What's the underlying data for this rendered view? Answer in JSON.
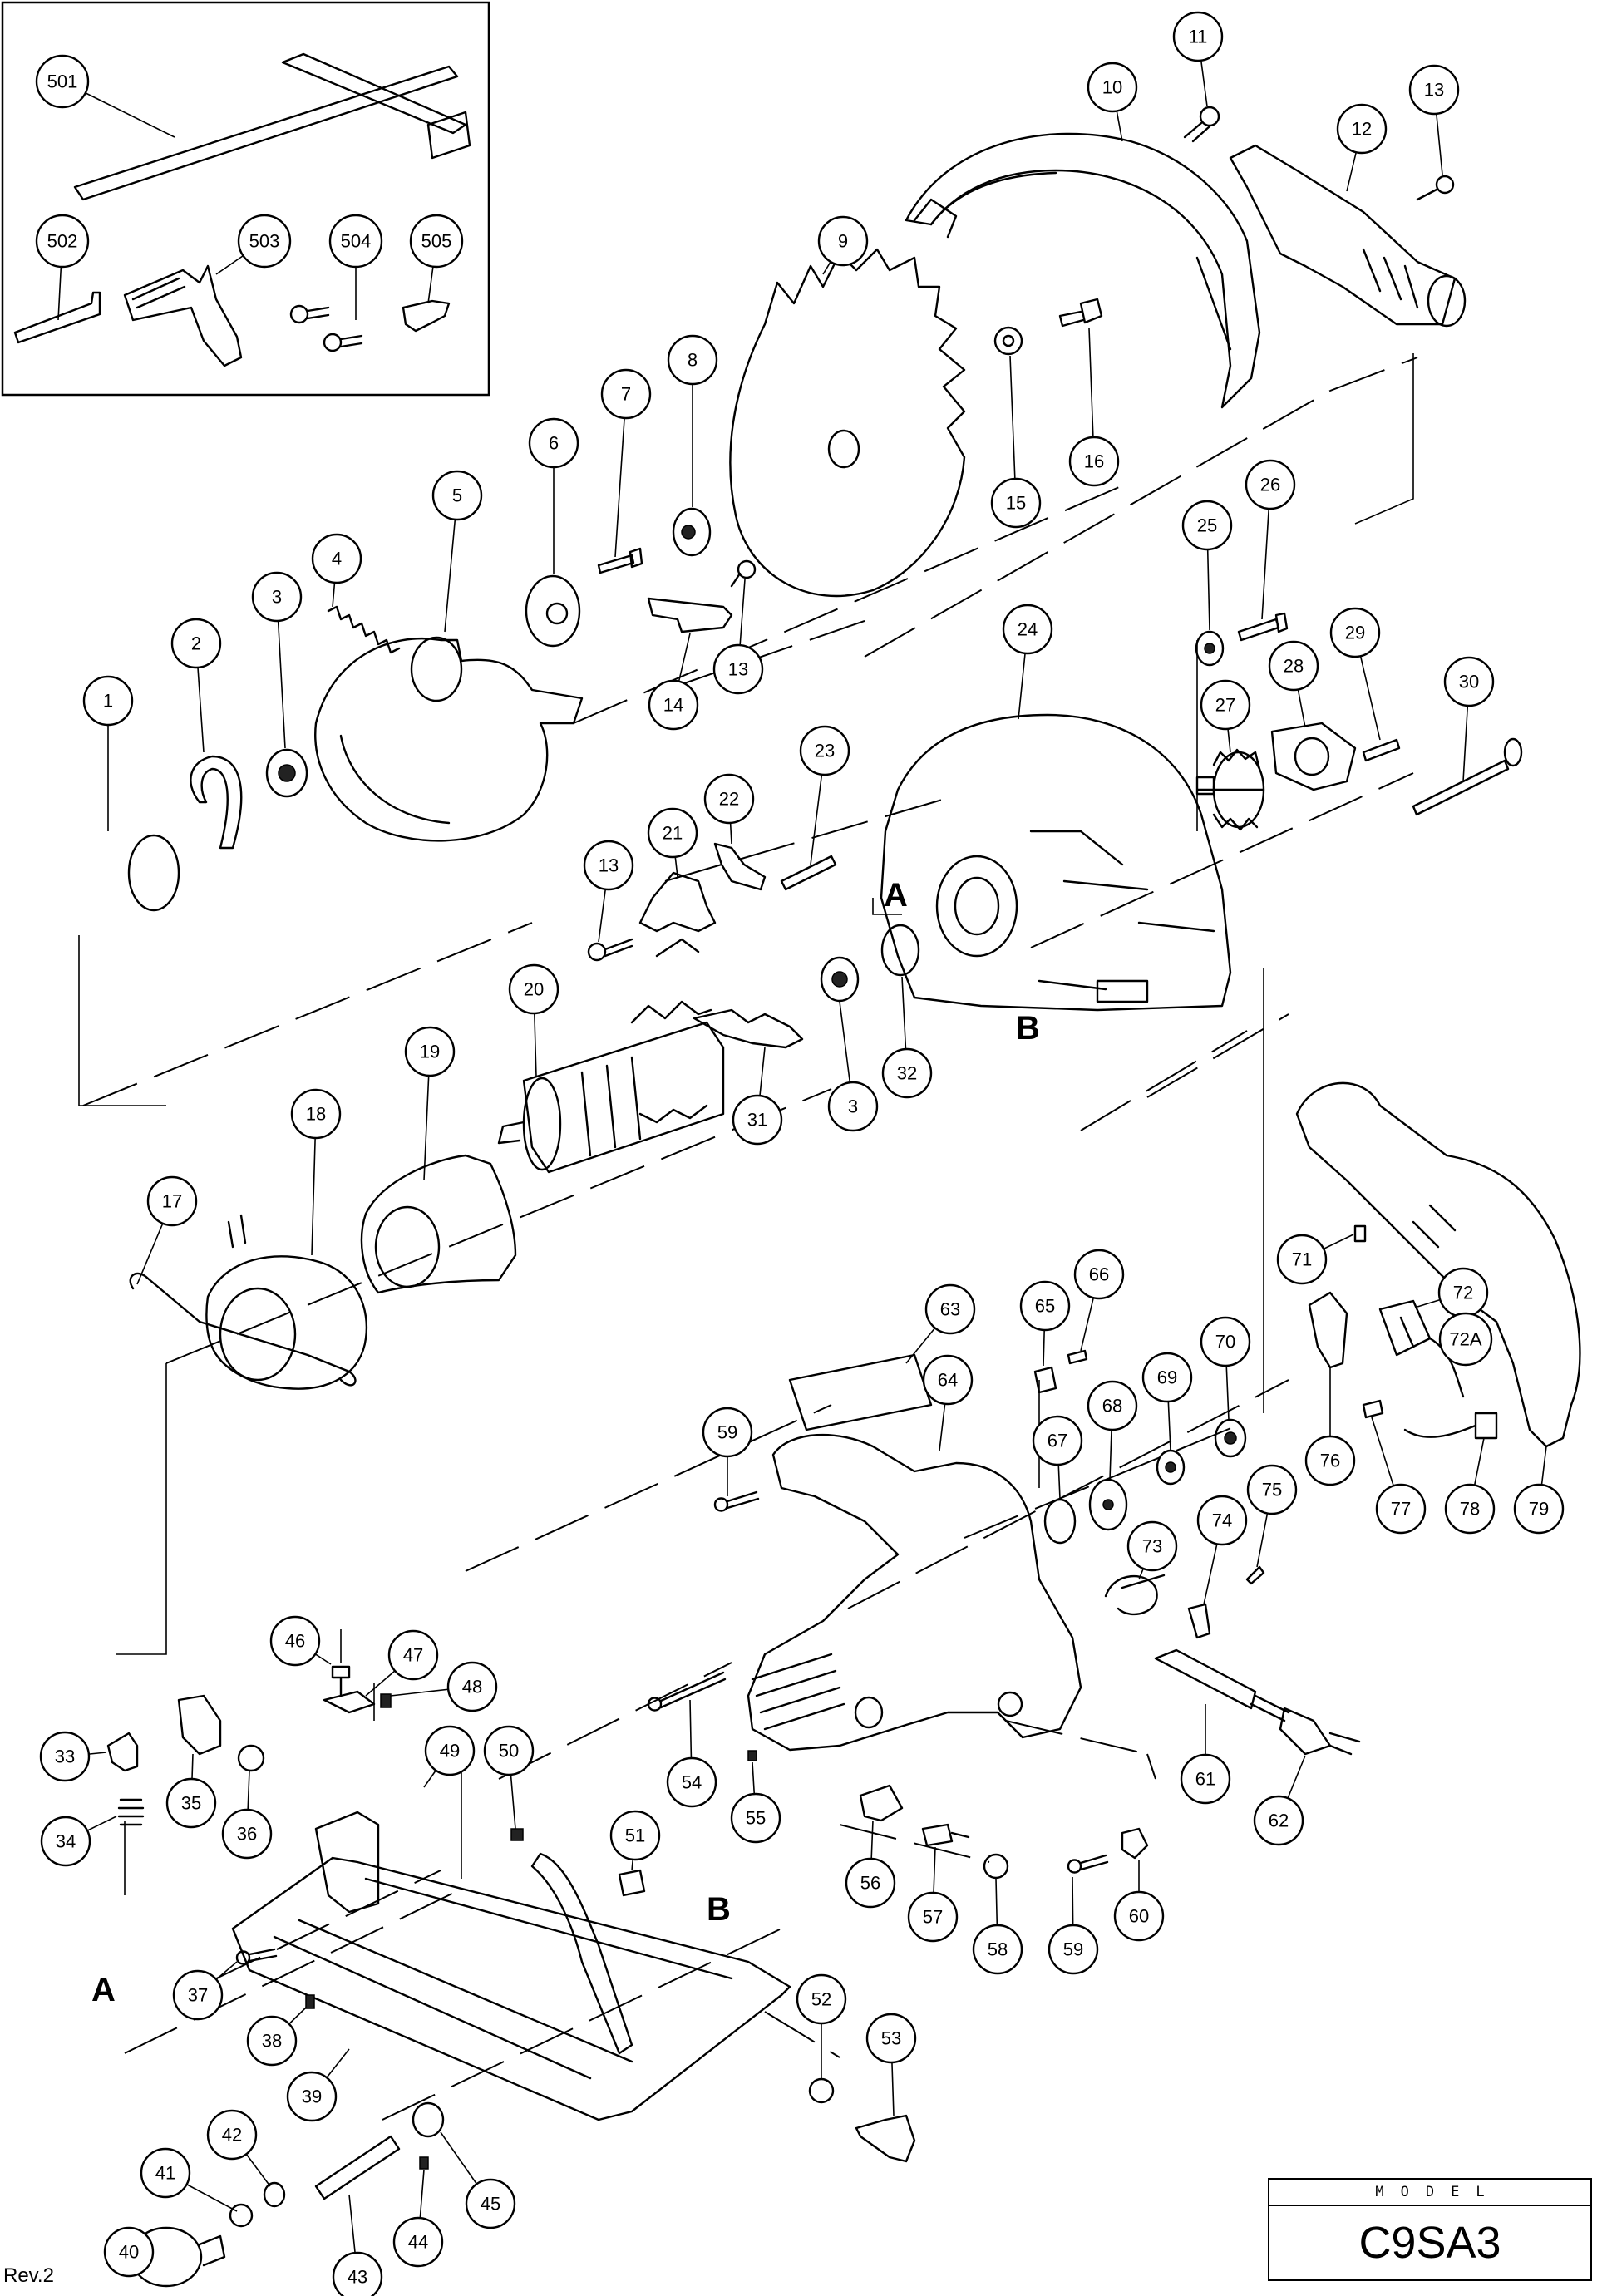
{
  "diagram": {
    "ref_letters": [
      "A",
      "B"
    ],
    "callouts": [
      "1",
      "2",
      "3",
      "4",
      "5",
      "6",
      "7",
      "8",
      "9",
      "10",
      "11",
      "12",
      "13",
      "14",
      "15",
      "16",
      "17",
      "18",
      "19",
      "20",
      "21",
      "22",
      "23",
      "24",
      "25",
      "26",
      "27",
      "28",
      "29",
      "30",
      "31",
      "32",
      "33",
      "34",
      "35",
      "36",
      "37",
      "38",
      "39",
      "40",
      "41",
      "42",
      "43",
      "44",
      "45",
      "46",
      "47",
      "48",
      "49",
      "50",
      "51",
      "52",
      "53",
      "54",
      "55",
      "56",
      "57",
      "58",
      "59",
      "60",
      "61",
      "62",
      "63",
      "64",
      "65",
      "66",
      "67",
      "68",
      "69",
      "70",
      "71",
      "72",
      "72A",
      "73",
      "74",
      "75",
      "76",
      "77",
      "78",
      "79",
      "501",
      "502",
      "503",
      "504",
      "505"
    ]
  },
  "title_block": {
    "model_label": "MODEL",
    "model_value": "C9SA3"
  },
  "revision": "Rev.2"
}
